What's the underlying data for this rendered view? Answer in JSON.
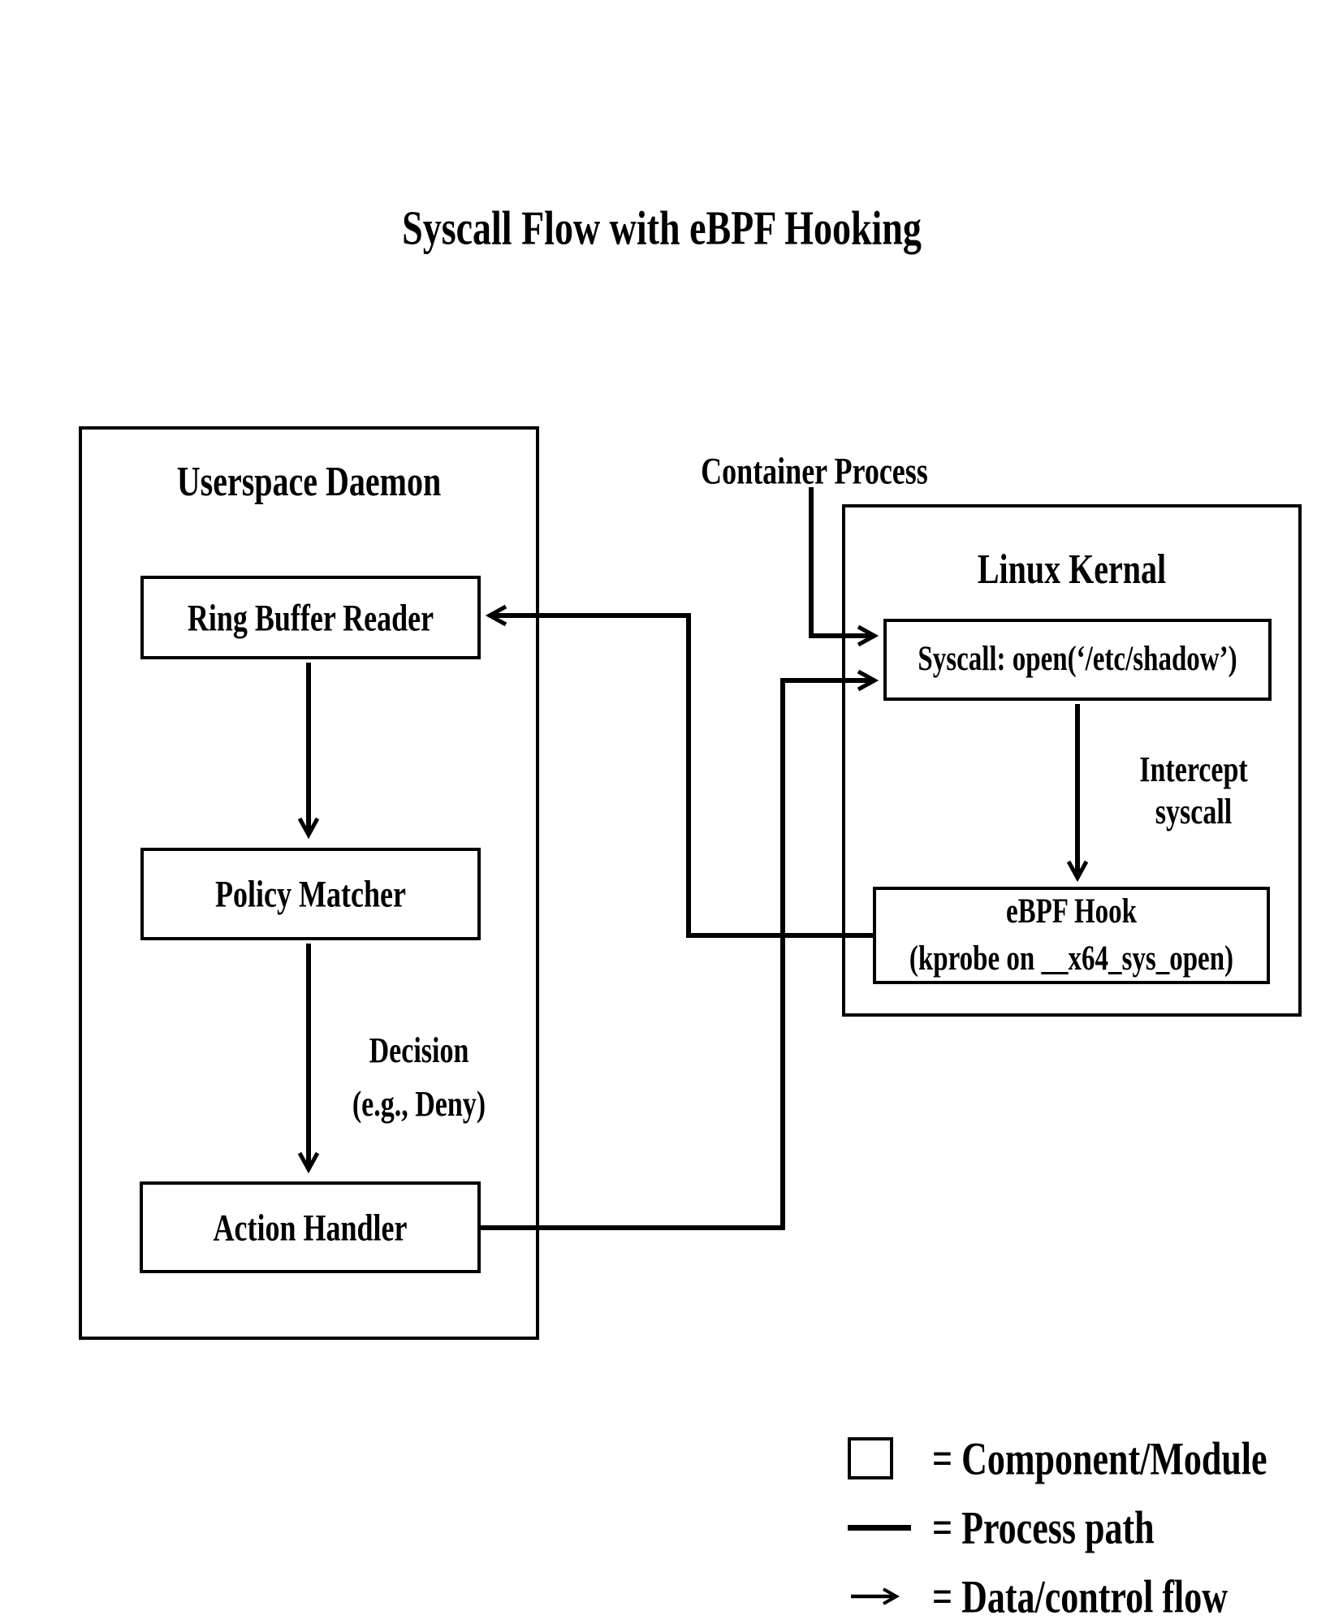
{
  "title": "Syscall Flow with eBPF Hooking",
  "userspace": {
    "label": "Userspace Daemon",
    "boxes": {
      "ring_buffer_reader": "Ring Buffer Reader",
      "policy_matcher": "Policy Matcher",
      "action_handler": "Action Handler"
    }
  },
  "kernel": {
    "label": "Linux Kernal",
    "syscall_box": "Syscall: open(‘/etc/shadow’)",
    "ebpf_hook": {
      "line1": "eBPF Hook",
      "line2": "(kprobe on __x64_sys_open)"
    }
  },
  "annotations": {
    "container_process": "Container Process",
    "intercept": {
      "line1": "Intercept",
      "line2": "syscall"
    },
    "decision": {
      "line1": "Decision",
      "line2": "(e.g., Deny)"
    }
  },
  "legend": {
    "component": "= Component/Module",
    "process_path": "= Process path",
    "data_flow": "= Data/control flow"
  },
  "colors": {
    "ink": "#000000",
    "background": "#ffffff"
  }
}
